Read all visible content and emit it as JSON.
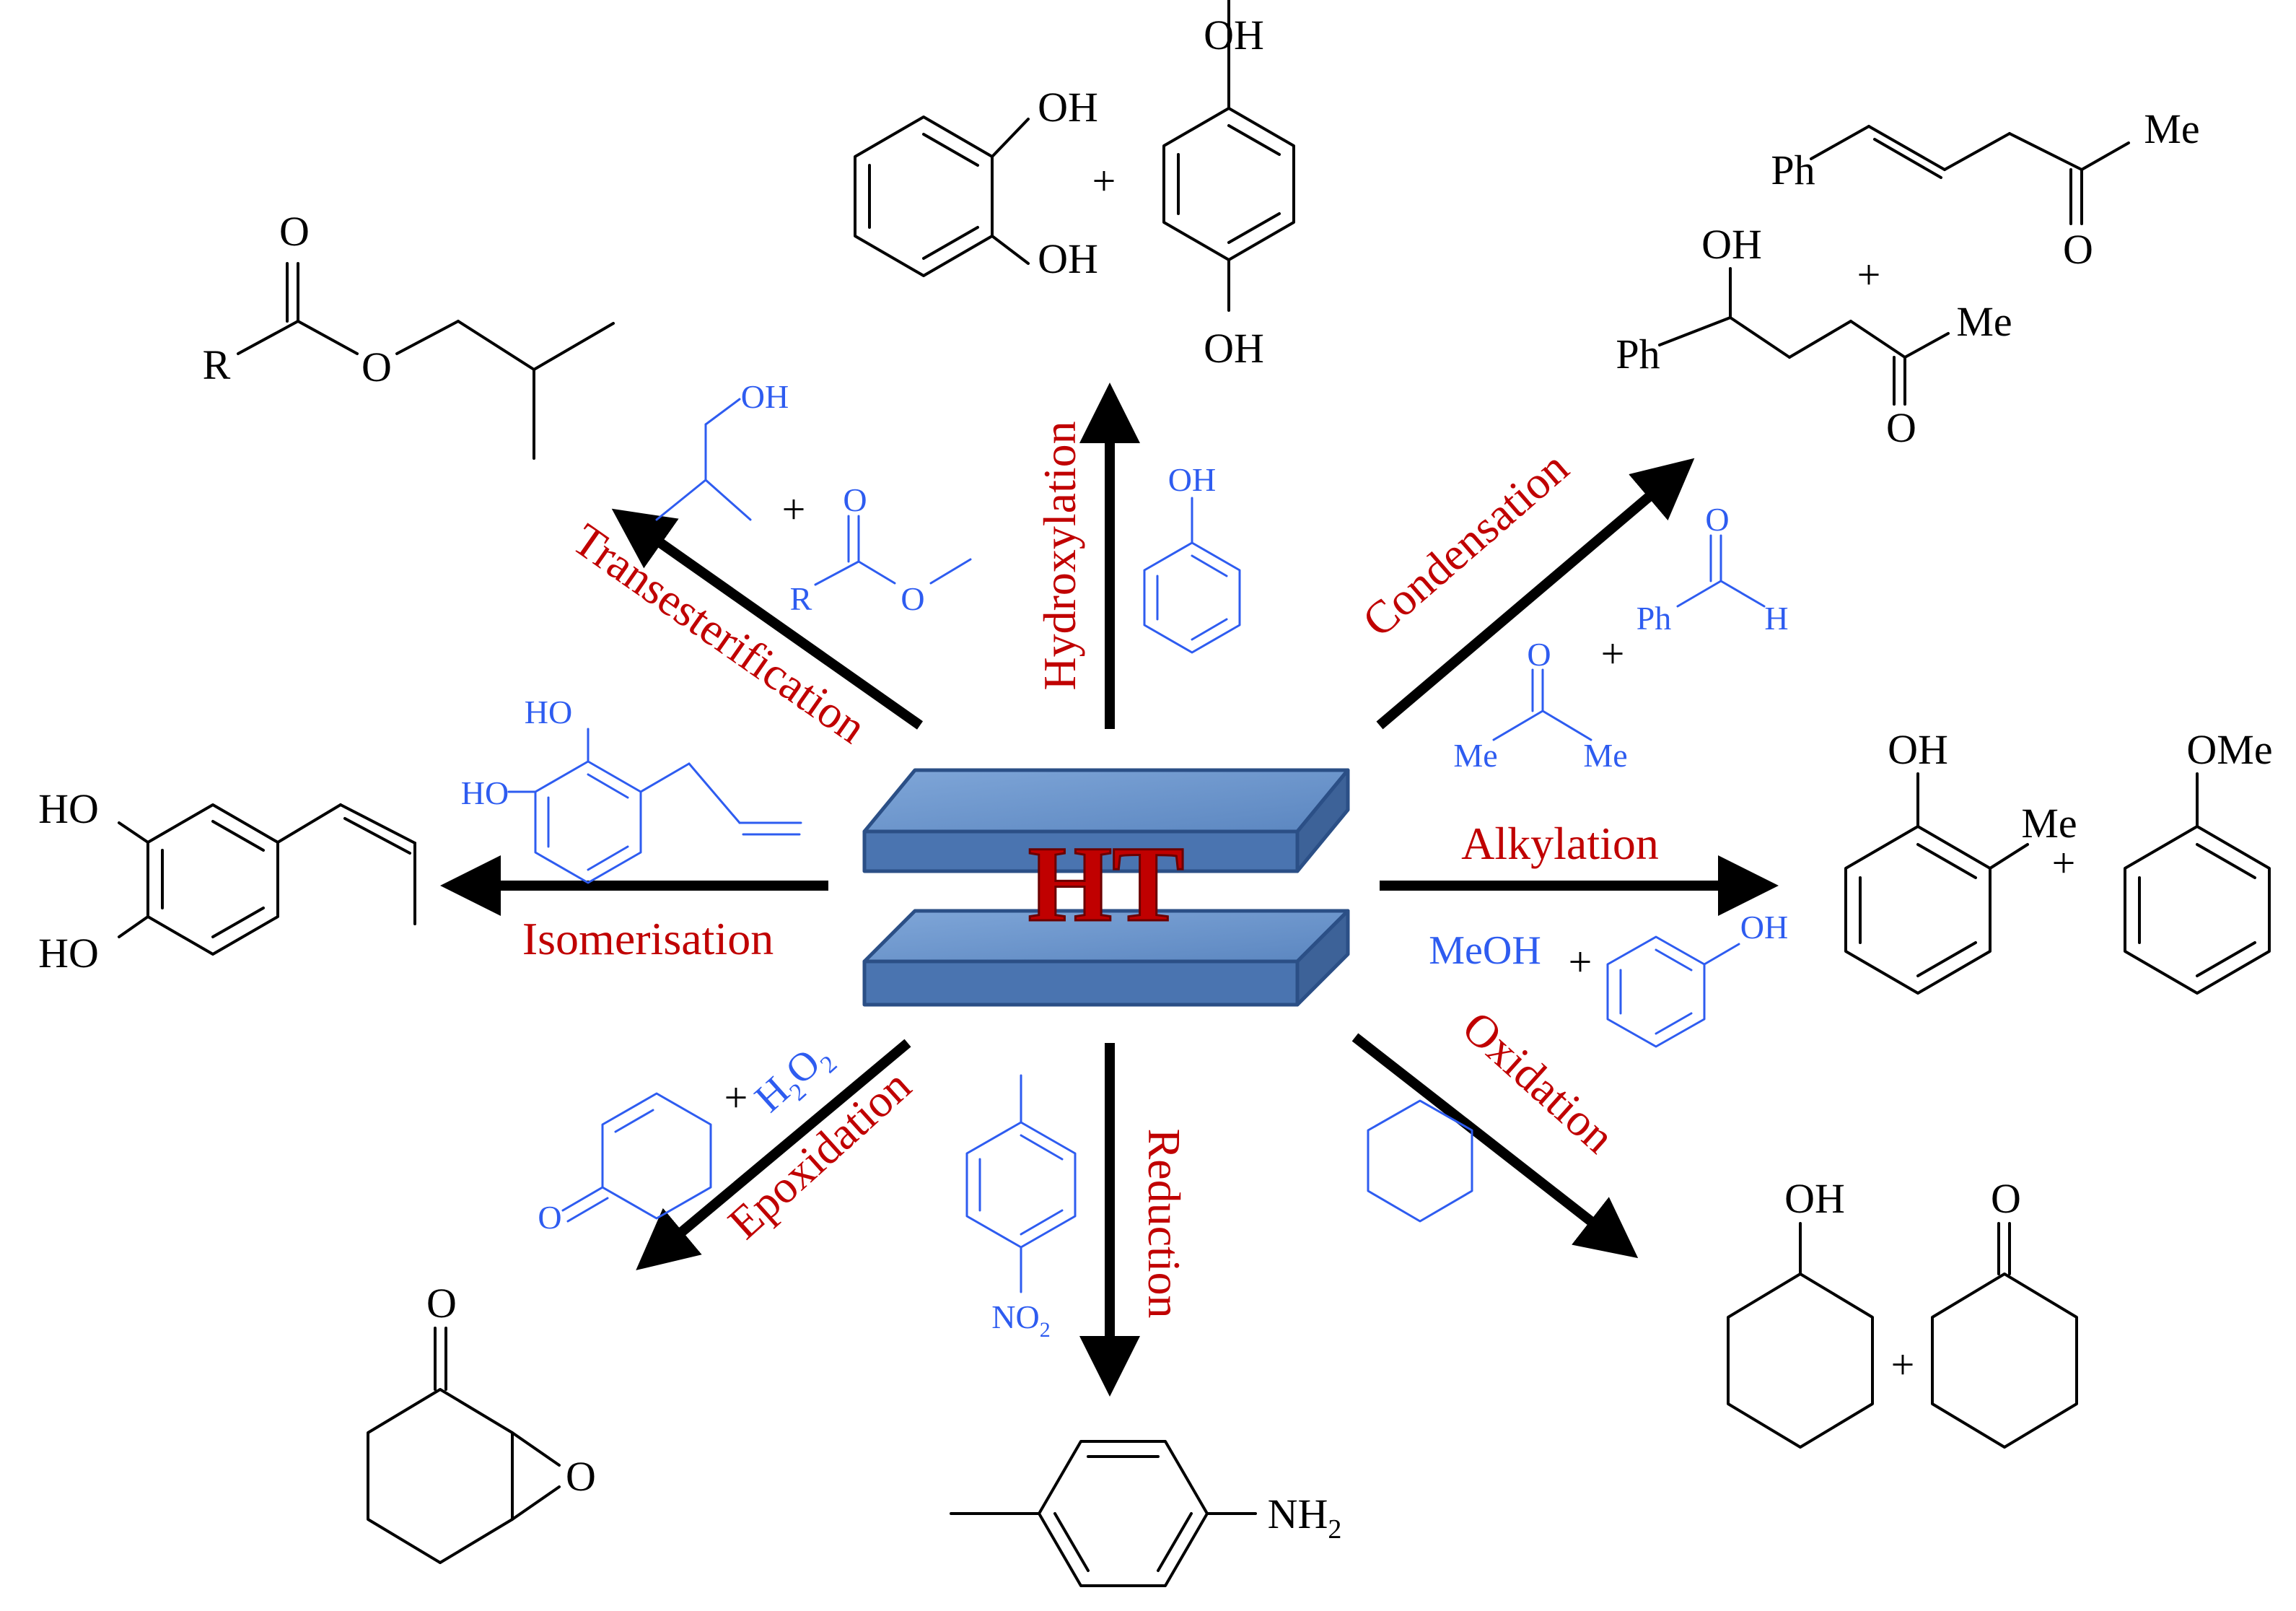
{
  "center": {
    "label": "HT"
  },
  "reactions": {
    "hydroxylation": "Hydroxylation",
    "condensation": "Condensation",
    "alkylation": "Alkylation",
    "oxidation": "Oxidation",
    "reduction": "Reduction",
    "epoxidation": "Epoxidation",
    "isomerisation": "Isomerisation",
    "transesterification": "Transesterification"
  },
  "reagents": {
    "meoh": "MeOH",
    "h2o2_h": "H",
    "h2o2_2a": "2",
    "h2o2_o": "O",
    "h2o2_2b": "2",
    "plus": "+"
  },
  "atoms": {
    "OH": "OH",
    "O": "O",
    "R": "R",
    "Ph": "Ph",
    "Me": "Me",
    "H": "H",
    "HO": "HO",
    "OMe": "OMe",
    "NH": "NH",
    "sub2": "2",
    "NO": "NO"
  },
  "colors": {
    "reaction_label": "#c00000",
    "reagent": "#2e5cf0",
    "product": "#000000",
    "plate_fill": "#5b86c0",
    "plate_edge": "#2b4f86"
  }
}
